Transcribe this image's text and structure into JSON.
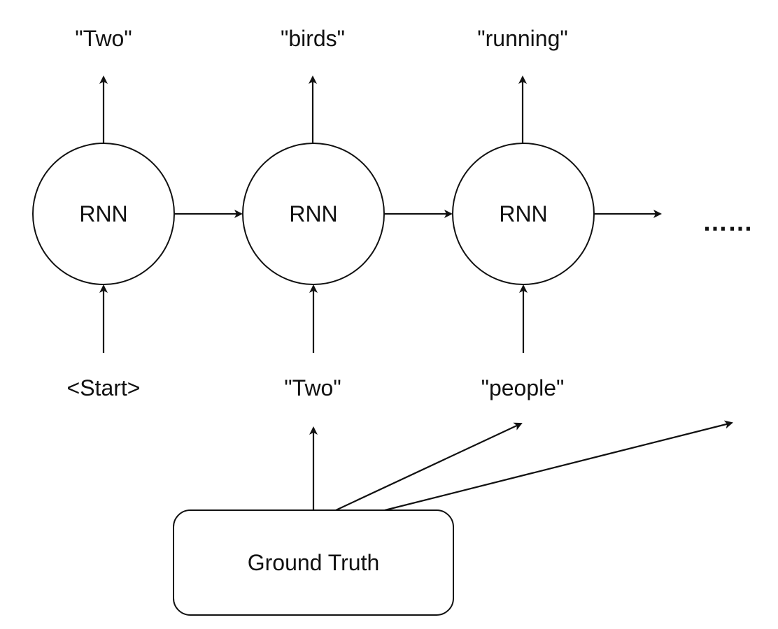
{
  "diagram": {
    "outputs": [
      "\"Two\"",
      "\"birds\"",
      "\"running\""
    ],
    "nodes": [
      "RNN",
      "RNN",
      "RNN"
    ],
    "inputs": [
      "<Start>",
      "\"Two\"",
      "\"people\""
    ],
    "continuation": "……",
    "ground_truth": "Ground Truth"
  }
}
